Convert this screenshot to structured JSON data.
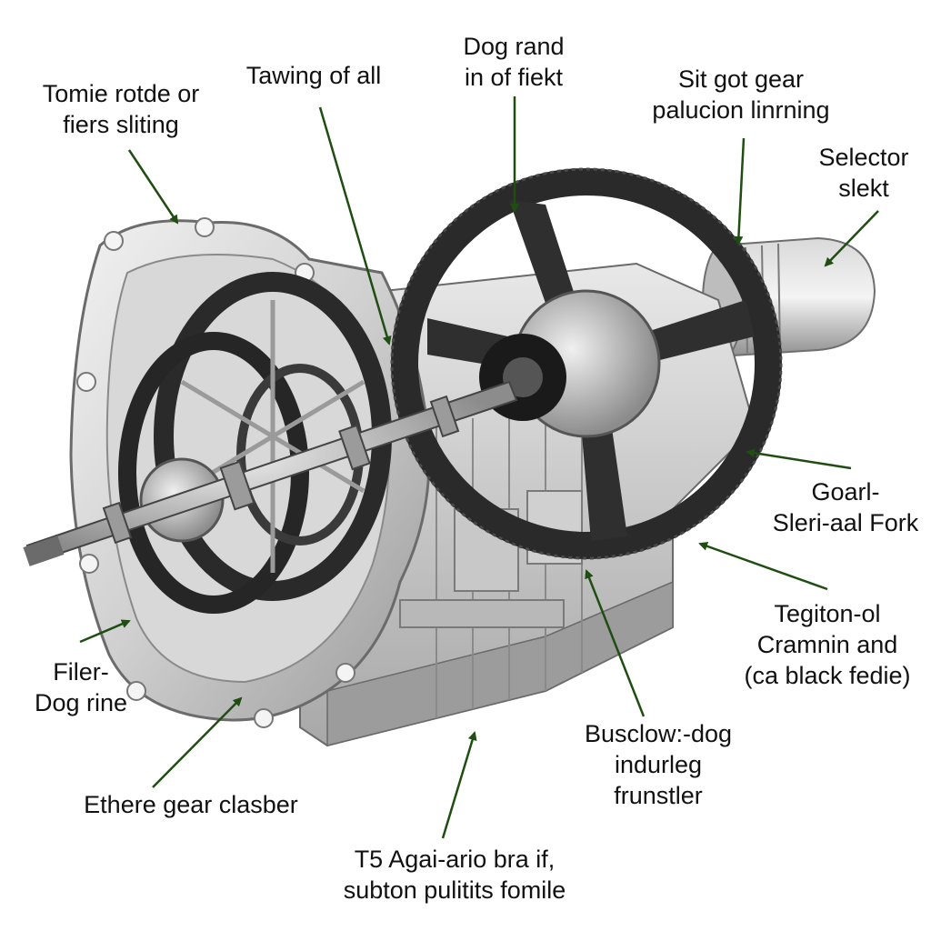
{
  "colors": {
    "arrow": "#1f4d12",
    "housing_light": "#e6e6e6",
    "housing_mid": "#bdbdbd",
    "housing_dark": "#7d7d7d",
    "belt": "#2a2a2a",
    "shaft": "#8a8a8a"
  },
  "labels": {
    "l1": {
      "line1": "Tomie rotde or",
      "line2": "fiers sliting"
    },
    "l2": {
      "line1": "Tawing of all"
    },
    "l3": {
      "line1": "Dog rand",
      "line2": "in of fiekt"
    },
    "l4": {
      "line1": "Sit got gear",
      "line2": "palucion linrning"
    },
    "l5": {
      "line1": "Selector",
      "line2": "slekt"
    },
    "l6": {
      "line1": "Goarl-",
      "line2": "Sleri-aal Fork"
    },
    "l7": {
      "line1": "Tegiton-ol",
      "line2": "Cramnin and",
      "line3": "(ca black fedie)"
    },
    "l8": {
      "line1": "Filer-",
      "line2": "Dog rine"
    },
    "l9": {
      "line1": "Busclow:-dog",
      "line2": "indurleg",
      "line3": "frunstler"
    },
    "l10": {
      "line1": "Ethere gear clasber"
    },
    "l11": {
      "line1": "T5 Agai-ario bra if,",
      "line2": "subton pulitits fomile"
    }
  }
}
